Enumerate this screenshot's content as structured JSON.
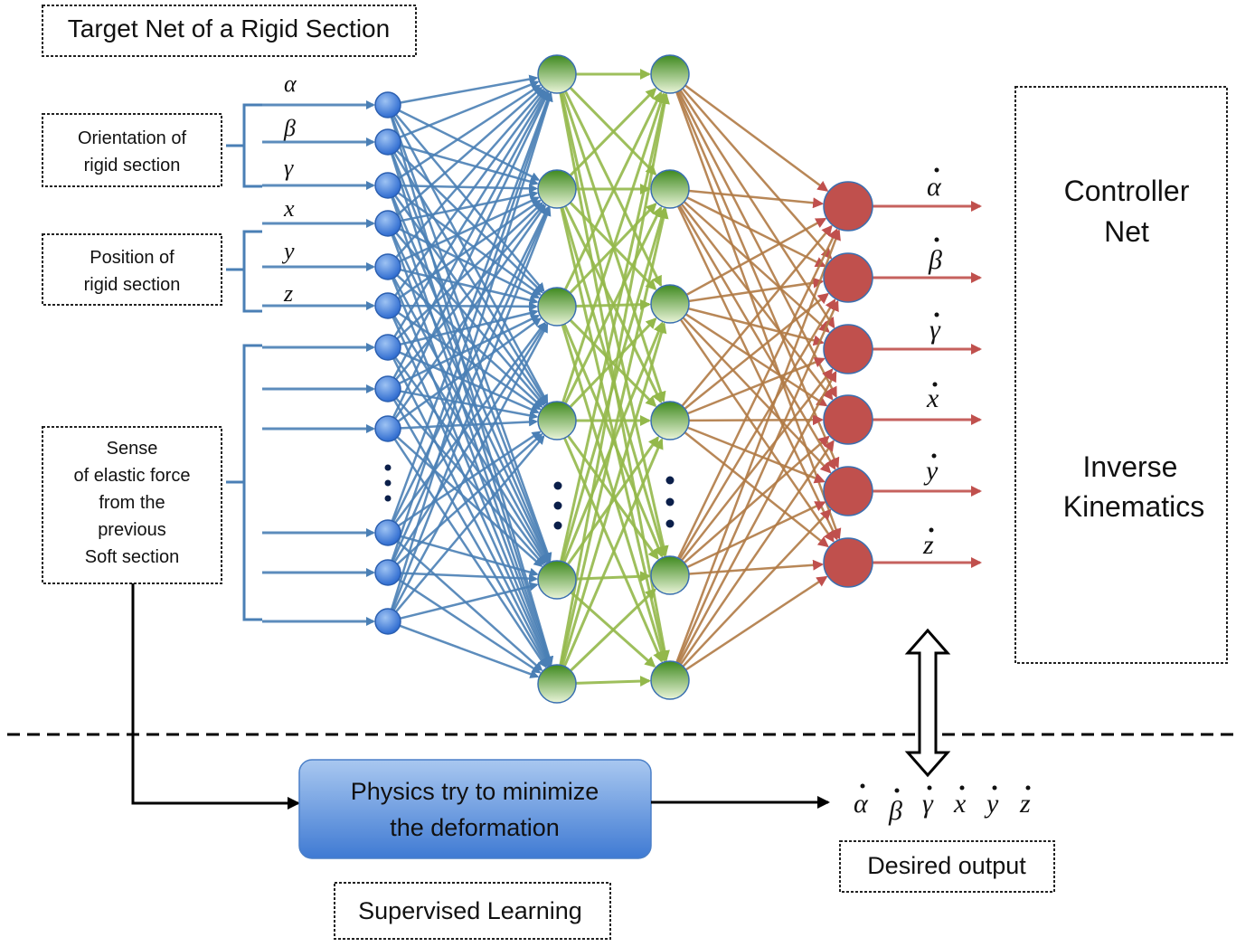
{
  "title": "Target Net of a Rigid Section",
  "input_groups": {
    "orientation": [
      "Orientation of",
      "rigid section"
    ],
    "position": [
      "Position of",
      "rigid section"
    ],
    "sense": [
      "Sense",
      "of elastic force",
      "from the",
      "previous",
      "Soft section"
    ]
  },
  "input_symbols": [
    "α",
    "β",
    "γ",
    "x",
    "y",
    "z"
  ],
  "output_symbols": [
    "α",
    "β",
    "γ",
    "x",
    "y",
    "z"
  ],
  "controller_box": [
    "Controller",
    "Net",
    "Inverse",
    "Kinematics"
  ],
  "physics_box": [
    "Physics try to minimize",
    "the deformation"
  ],
  "desired_output": "Desired output",
  "supervised_learning": "Supervised Learning",
  "colors": {
    "input_node": "#3a78d8",
    "hidden_node": "#6aa23a",
    "output_node": "#c0504d",
    "input_arrow": "#4a7fb5",
    "hidden_arrow": "#93b84a",
    "output_arrow": "#c0504d",
    "physics_box": "#5b8fd8"
  }
}
